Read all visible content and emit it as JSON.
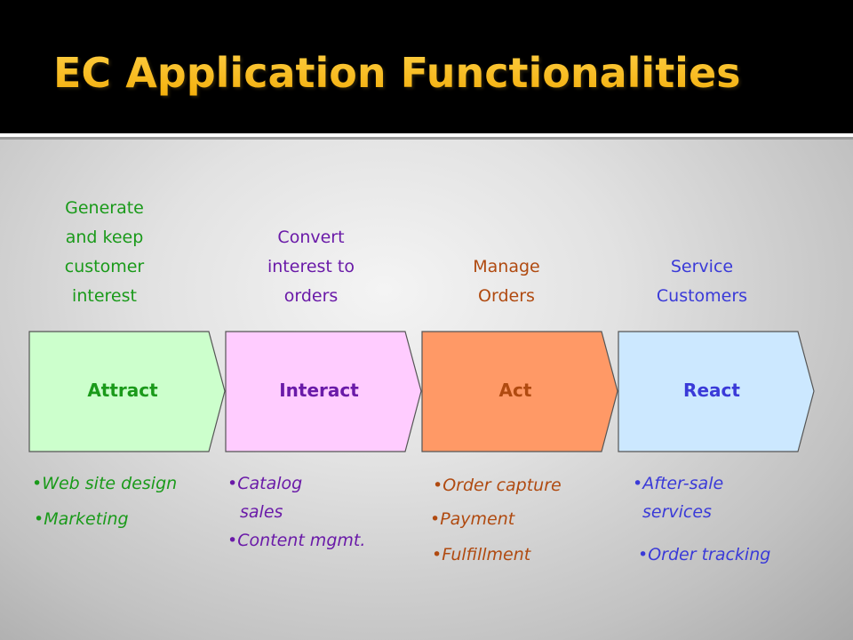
{
  "title": "EC Application Functionalities",
  "colors": {
    "title_gold": "#f5b800",
    "green": "#1a9a1a",
    "purple": "#6a1aa8",
    "brown": "#b04a10",
    "blue": "#3a3ad8",
    "attract_fill": "#ccffcc",
    "interact_fill": "#ffccff",
    "act_fill": "#ff9966",
    "react_fill": "#cce8ff"
  },
  "stages": [
    {
      "name": "Attract",
      "goal": "Generate\nand keep\ncustomer\ninterest",
      "activities": [
        "•Web site design",
        "•Marketing"
      ]
    },
    {
      "name": "Interact",
      "goal": "Convert\ninterest to\norders",
      "activities": [
        "•Catalog",
        "sales",
        "•Content mgmt."
      ]
    },
    {
      "name": "Act",
      "goal": "Manage\nOrders",
      "activities": [
        "•Order capture",
        "•Payment",
        "•Fulfillment"
      ]
    },
    {
      "name": "React",
      "goal": "Service\nCustomers",
      "activities": [
        "•After-sale",
        "services",
        "•Order tracking"
      ]
    }
  ]
}
